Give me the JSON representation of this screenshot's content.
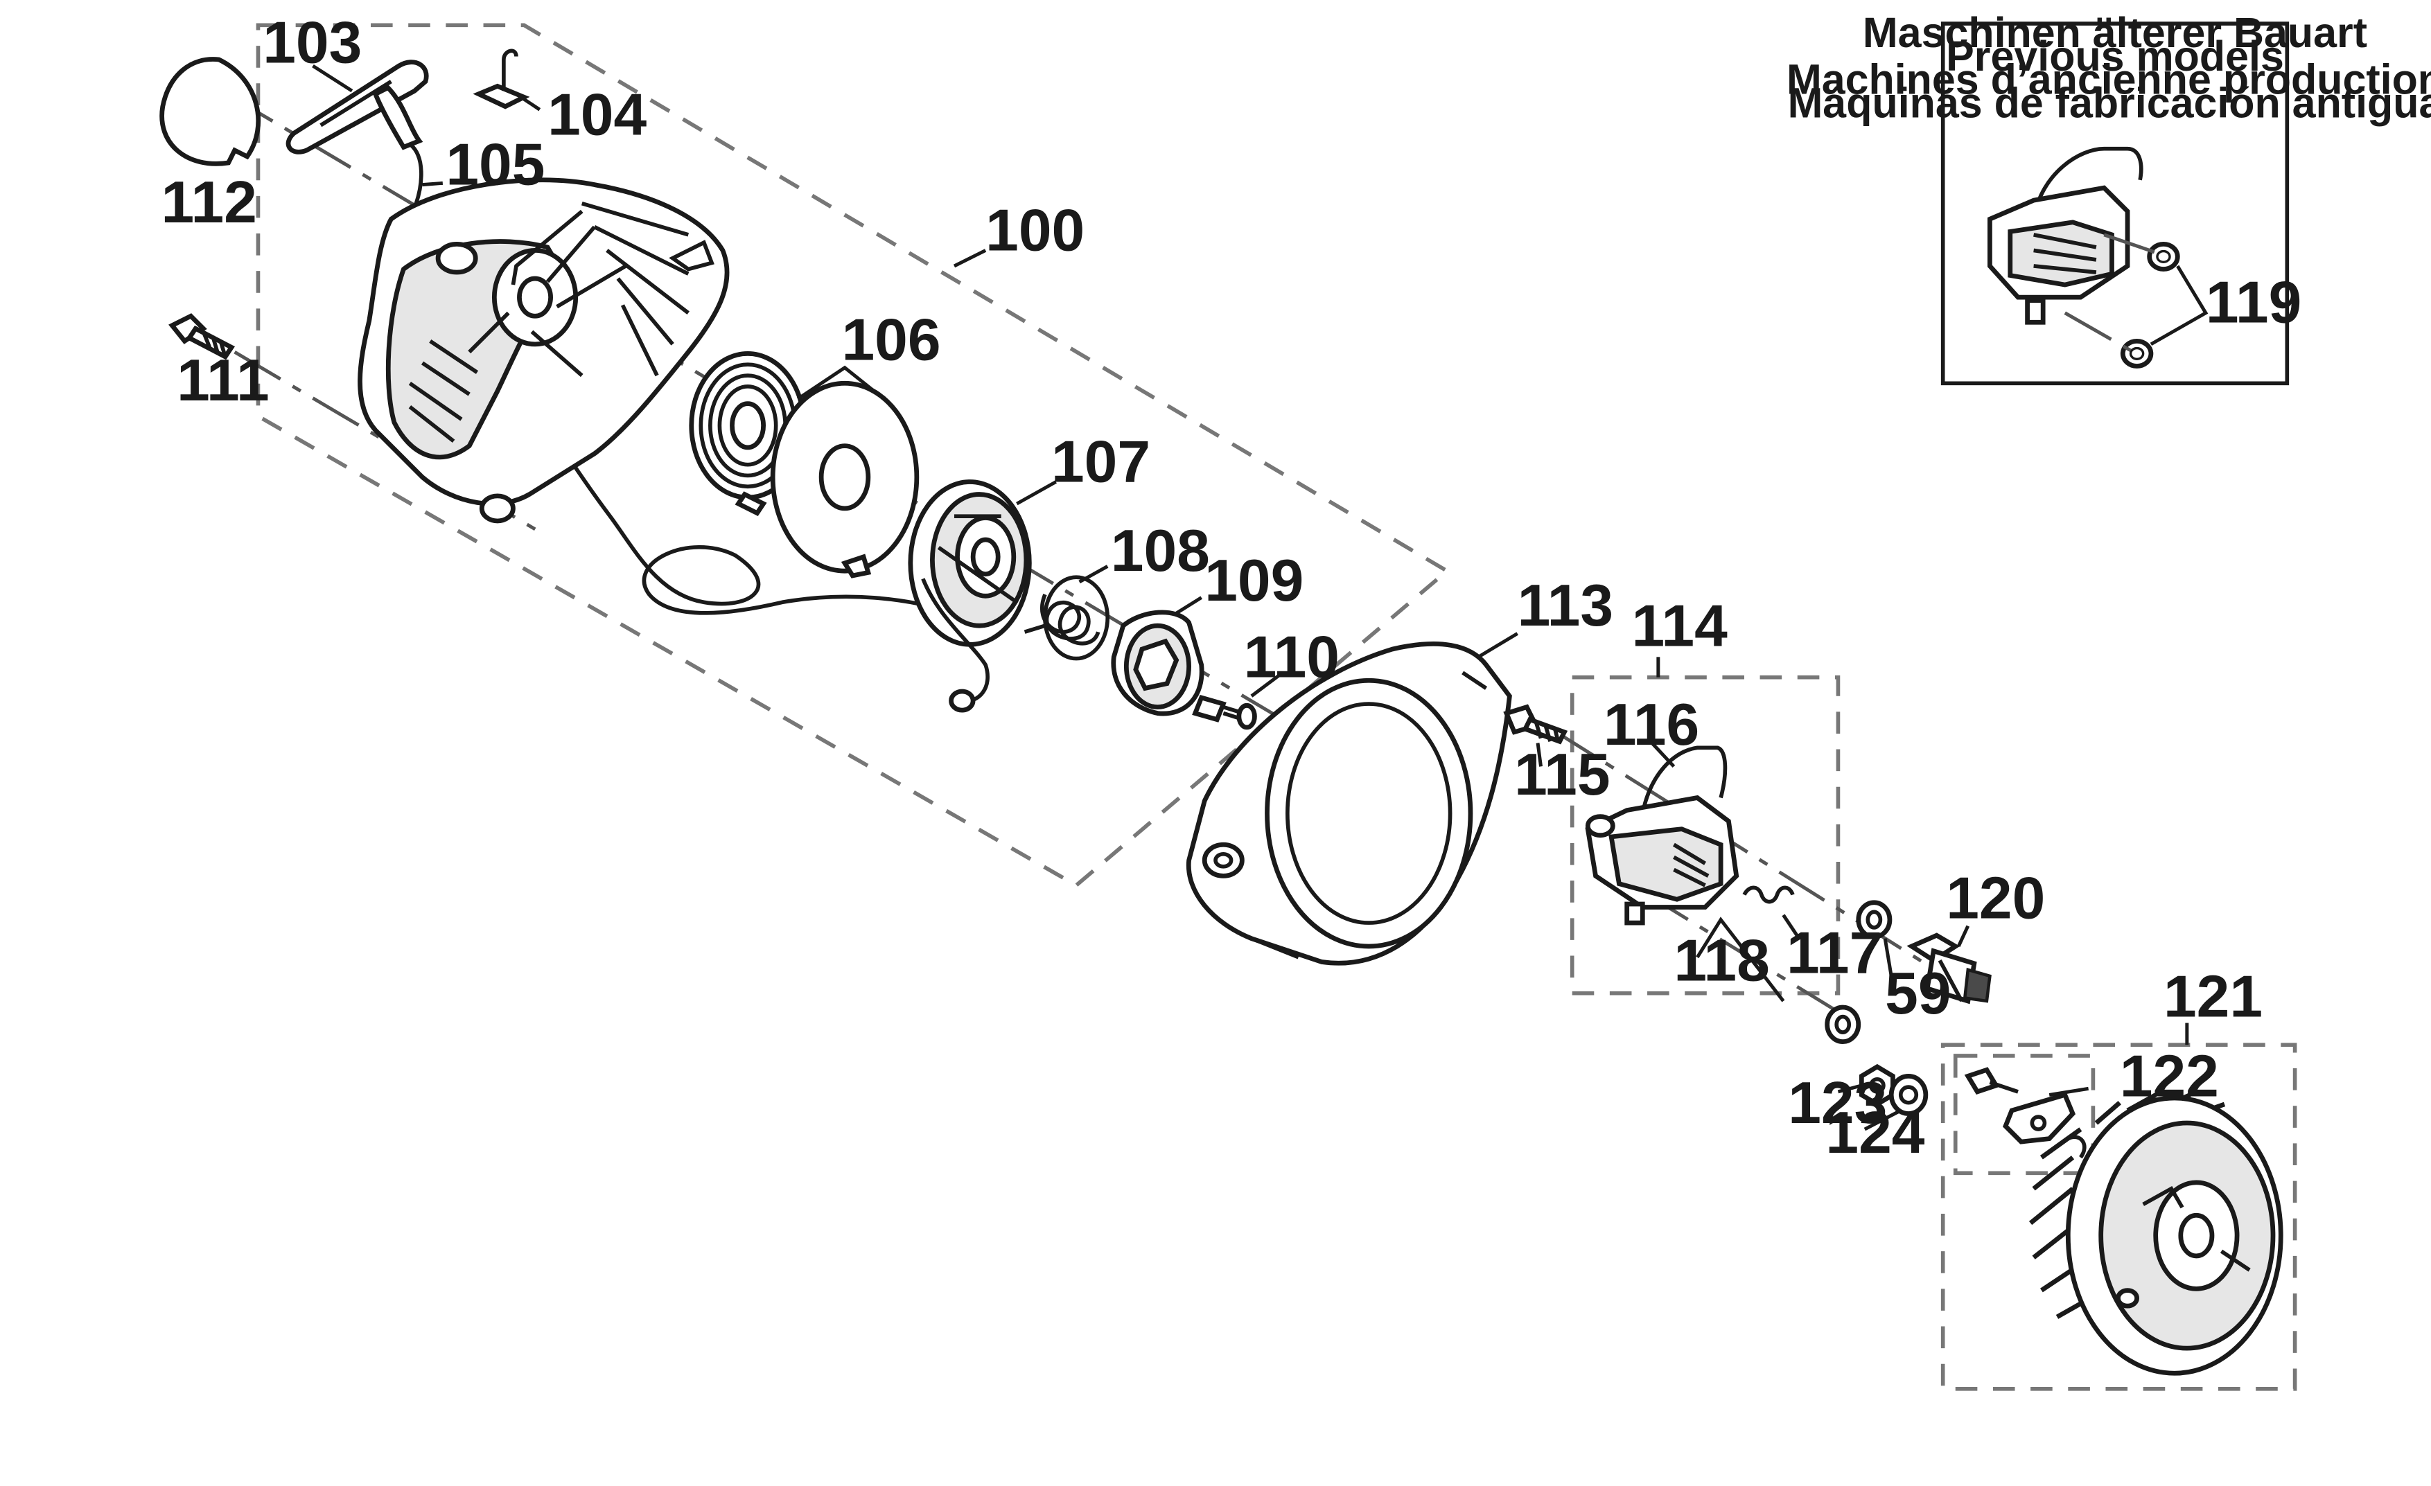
{
  "inset": {
    "title_lines": [
      "Maschinen älterer Bauart",
      "Previous models",
      "Machines d’ancienne production",
      "Máquinas de fabricación antigua"
    ]
  },
  "callouts": {
    "c100": "100",
    "c103": "103",
    "c104": "104",
    "c105": "105",
    "c106": "106",
    "c107": "107",
    "c108": "108",
    "c109": "109",
    "c110": "110",
    "c111": "111",
    "c112": "112",
    "c113": "113",
    "c114": "114",
    "c115": "115",
    "c116": "116",
    "c117": "117",
    "c118": "118",
    "c119": "119",
    "c120": "120",
    "c121": "121",
    "c122": "122",
    "c123": "123",
    "c124": "124",
    "c59": "59"
  },
  "parts": [
    {
      "ref": "100",
      "name": "starter-assembly"
    },
    {
      "ref": "103",
      "name": "starter-handle"
    },
    {
      "ref": "104",
      "name": "rope-clip"
    },
    {
      "ref": "105",
      "name": "starter-rope"
    },
    {
      "ref": "106",
      "name": "rewind-spring"
    },
    {
      "ref": "107",
      "name": "rope-pulley"
    },
    {
      "ref": "108",
      "name": "pulley-spring"
    },
    {
      "ref": "109",
      "name": "pawl-carrier"
    },
    {
      "ref": "110",
      "name": "pulley-screw"
    },
    {
      "ref": "111",
      "name": "housing-screw"
    },
    {
      "ref": "112",
      "name": "decal"
    },
    {
      "ref": "113",
      "name": "fan-housing"
    },
    {
      "ref": "114",
      "name": "ignition-coil-assembly"
    },
    {
      "ref": "115",
      "name": "coil-screw"
    },
    {
      "ref": "116",
      "name": "ignition-coil"
    },
    {
      "ref": "117",
      "name": "coil-spring"
    },
    {
      "ref": "118",
      "name": "ignition-lead"
    },
    {
      "ref": "119",
      "name": "old-style-washer"
    },
    {
      "ref": "120",
      "name": "spark-plug"
    },
    {
      "ref": "121",
      "name": "flywheel-assembly"
    },
    {
      "ref": "122",
      "name": "flywheel-pawl-kit"
    },
    {
      "ref": "123",
      "name": "flywheel-nut"
    },
    {
      "ref": "124",
      "name": "flywheel-washer"
    },
    {
      "ref": "59",
      "name": "sleeve"
    }
  ]
}
